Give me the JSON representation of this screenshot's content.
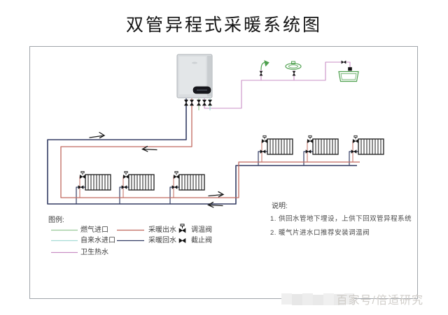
{
  "title": "双管异程式采暖系统图",
  "colors": {
    "heating_supply": "#c0685e",
    "heating_return": "#333c63",
    "hot_water": "#c98fc5",
    "gas": "#99c999",
    "tap_water": "#a5dcd5",
    "fixture": "#4ea04e",
    "valve": "#141414",
    "radiator": "#1a1a1a",
    "arrow": "#1c1c1c"
  },
  "legend": {
    "heading": "图例:",
    "col1": [
      {
        "name": "gas-inlet",
        "label": "燃气进口",
        "color": "#99c999"
      },
      {
        "name": "tap-water-inlet",
        "label": "自来水进口",
        "color": "#a5dcd5"
      },
      {
        "name": "sanitary-hot-water",
        "label": "卫生热水",
        "color": "#c98fc5"
      }
    ],
    "col2": [
      {
        "name": "heating-supply",
        "label": "采暖出水",
        "color": "#c0685e"
      },
      {
        "name": "heating-return",
        "label": "采暖回水",
        "color": "#333c63"
      }
    ],
    "col3": [
      {
        "name": "temp-valve",
        "label": "调温阀"
      },
      {
        "name": "stop-valve",
        "label": "截止阀"
      }
    ]
  },
  "notes": {
    "heading": "说明:",
    "items": [
      "1. 供回水管地下埋设，上供下回双管异程系统",
      "2. 暖气片进水口推荐安装调温阀"
    ]
  },
  "watermark": "百家号/倍适研究"
}
